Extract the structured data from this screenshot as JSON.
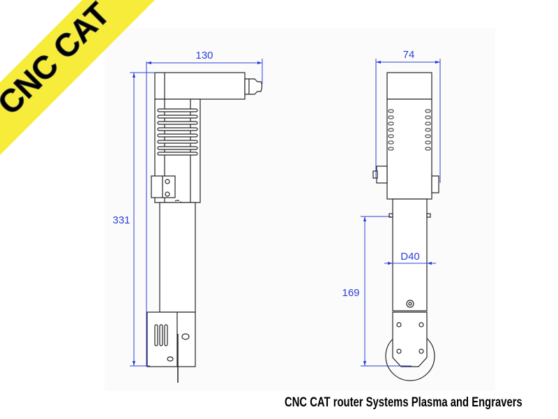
{
  "banner": {
    "text": "CNC CAT",
    "color": "#f7ec3a"
  },
  "left_view": {
    "width_dim": "130",
    "height_dim": "331"
  },
  "right_view": {
    "width_dim": "74",
    "tube_height_dim": "169",
    "diameter_dim": "D40"
  },
  "caption": "CNC CAT router Systems Plasma and Engravers",
  "colors": {
    "dimension": "#2b3fd6",
    "outline": "#222222"
  }
}
